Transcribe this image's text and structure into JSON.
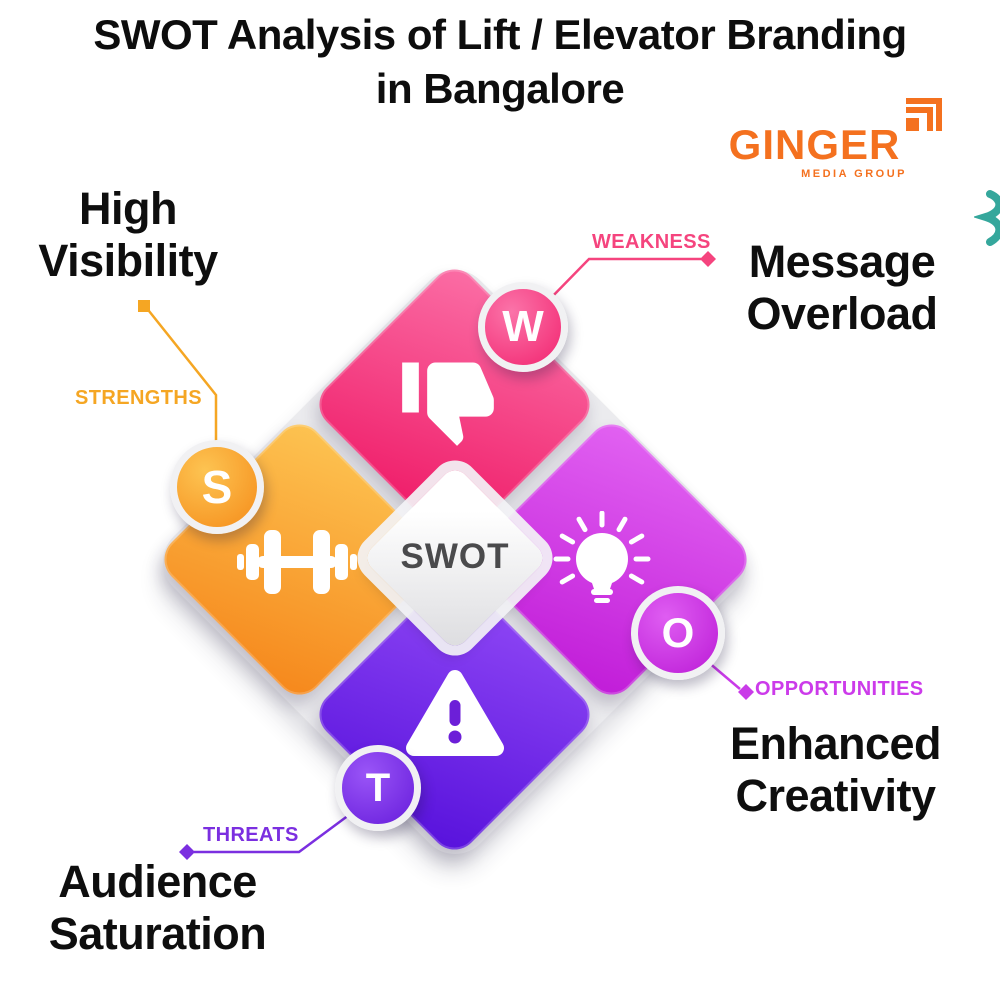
{
  "title": {
    "line1": "SWOT Analysis of Lift / Elevator Branding",
    "line2": "in Bangalore"
  },
  "logo": {
    "brand": "GINGER",
    "tagline": "MEDIA GROUP",
    "color": "#F4711F"
  },
  "center_label": "SWOT",
  "quadrants": {
    "strengths": {
      "letter": "S",
      "category": "STRENGTHS",
      "heading_line1": "High",
      "heading_line2": "Visibility",
      "icon": "dumbbell-icon",
      "accent": "#F5A623",
      "gradient_start": "#FDC452",
      "gradient_end": "#F68A1E"
    },
    "weakness": {
      "letter": "W",
      "category": "WEAKNESS",
      "heading_line1": "Message",
      "heading_line2": "Overload",
      "icon": "thumbs-down-icon",
      "accent": "#F5447E",
      "gradient_start": "#FB6FA6",
      "gradient_end": "#EF1A67"
    },
    "opportunities": {
      "letter": "O",
      "category": "OPPORTUNITIES",
      "heading_line1": "Enhanced",
      "heading_line2": "Creativity",
      "icon": "lightbulb-icon",
      "accent": "#CC3BEA",
      "gradient_start": "#E263F2",
      "gradient_end": "#C21FD9"
    },
    "threats": {
      "letter": "T",
      "category": "THREATS",
      "heading_line1": "Audience",
      "heading_line2": "Saturation",
      "icon": "warning-icon",
      "accent": "#7B2FE0",
      "gradient_start": "#9149F6",
      "gradient_end": "#5A14DD"
    }
  },
  "decorations": {
    "squiggle_color": "#35A79C",
    "center_plate_color": "#EBEBEE"
  }
}
